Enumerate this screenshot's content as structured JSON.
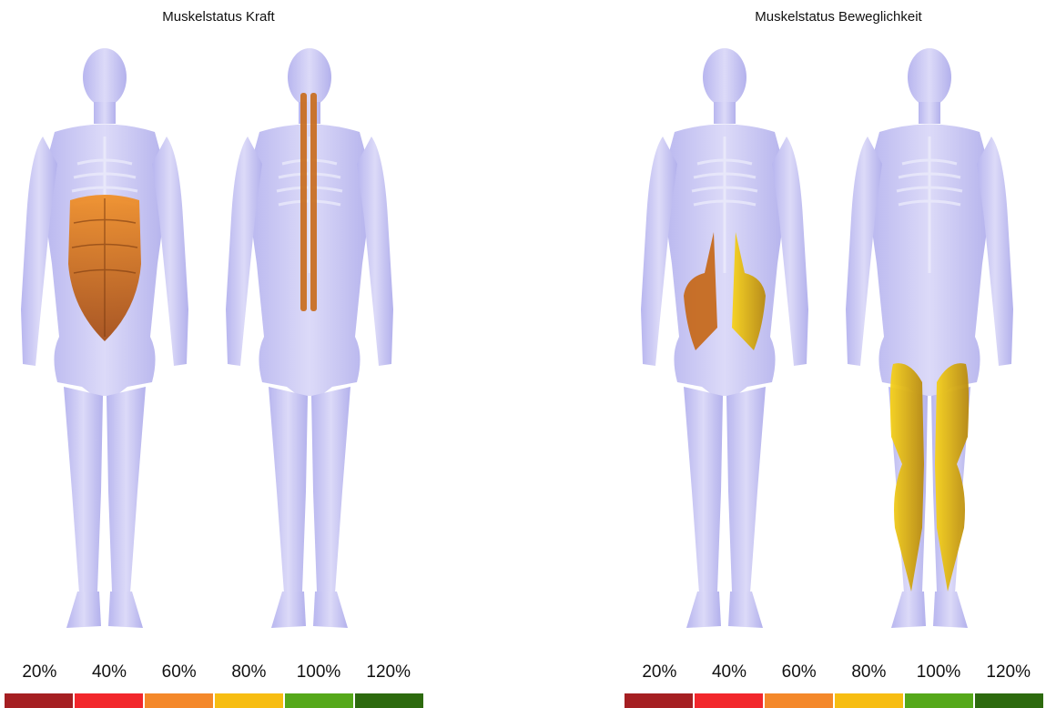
{
  "panels": [
    {
      "title": "Muskelstatus Kraft",
      "scale_labels": [
        "20%",
        "40%",
        "60%",
        "80%",
        "100%",
        "120%"
      ],
      "highlighted_muscles": [
        {
          "view": "front",
          "muscle": "abdominals",
          "level_color": "#e88a1a"
        },
        {
          "view": "back",
          "muscle": "spinal-erectors",
          "level_color": "#c96a1a"
        }
      ]
    },
    {
      "title": "Muskelstatus Beweglichkeit",
      "scale_labels": [
        "20%",
        "40%",
        "60%",
        "80%",
        "100%",
        "120%"
      ],
      "highlighted_muscles": [
        {
          "view": "front",
          "muscle": "hip-flexor-right",
          "level_color": "#c76a1a"
        },
        {
          "view": "front",
          "muscle": "hip-flexor-left",
          "level_color": "#e0b41a"
        },
        {
          "view": "back",
          "muscle": "hamstrings-calves",
          "level_color": "#e6b712"
        }
      ]
    }
  ],
  "scale_colors": [
    "#a51f22",
    "#f2272c",
    "#f4882a",
    "#f7bd12",
    "#55a81a",
    "#2d6a0e"
  ]
}
